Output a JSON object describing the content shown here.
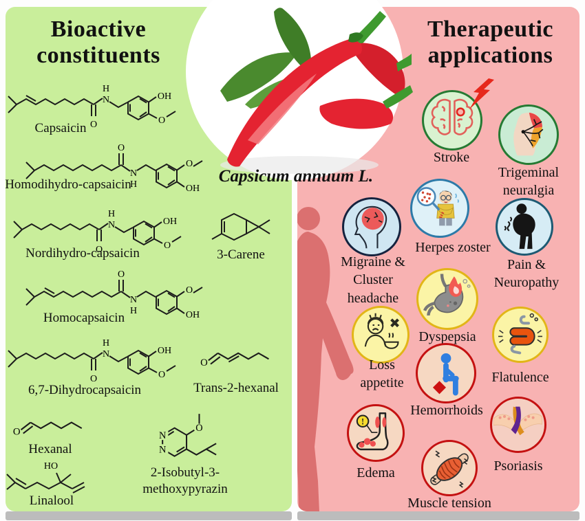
{
  "center": {
    "species": "Capsicum annuum L."
  },
  "left_panel": {
    "title": "Bioactive constituents",
    "compounds": [
      "Capsaicin",
      "Homodihydro-capsaicin",
      "Nordihydro-capsaicin",
      "3-Carene",
      "Homocapsaicin",
      "6,7-Dihydrocapsaicin",
      "Trans-2-hexanal",
      "Hexanal",
      "2-Isobutyl-3-methoxypyrazin",
      "Linalool"
    ]
  },
  "right_panel": {
    "title": "Therapeutic applications",
    "applications": [
      "Stroke",
      "Trigeminal neuralgia",
      "Herpes zoster",
      "Migraine & Cluster headache",
      "Pain & Neuropathy",
      "Dyspepsia",
      "Loss appetite",
      "Flatulence",
      "Hemorrhoids",
      "Edema",
      "Psoriasis",
      "Muscle tension"
    ]
  },
  "atoms": {
    "oh": "OH",
    "ho": "HO",
    "o": "O",
    "n": "N",
    "h": "H",
    "exclaim": "!"
  },
  "colors": {
    "left_bg": "#c9ee9b",
    "right_bg": "#f8b2b2",
    "silhouette": "#db7070",
    "neuro_green_border": "#267a33",
    "neuro_blue_border": "#1d5a73",
    "gastro_yellow_border": "#e2b517",
    "derm_red_border": "#c41111",
    "pepper_red": "#e42331",
    "leaf_green": "#4a8a2e"
  }
}
